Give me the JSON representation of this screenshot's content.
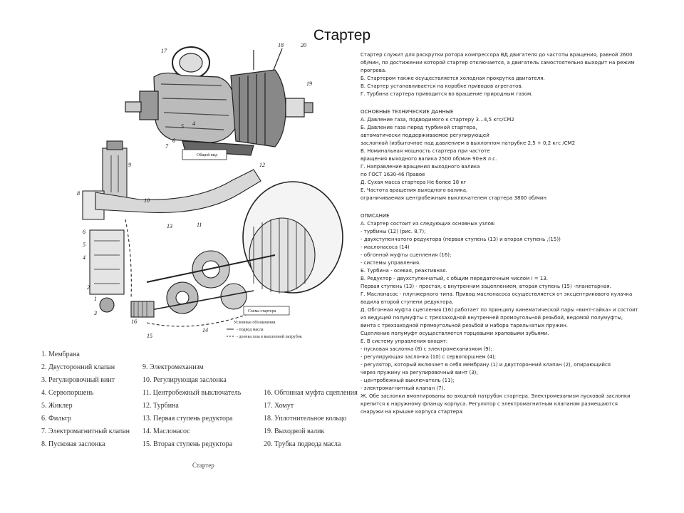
{
  "title": "Стартер",
  "figure": {
    "top_caption": "Общий вид",
    "bottom_caption": "Схема стартера",
    "legend_title": "Условные обозначения",
    "legend_oil": "- подвод масла",
    "legend_gas": "- доенка газа в выхлопной патрубок",
    "top_numbers": [
      "17",
      "18",
      "20",
      "19",
      "7",
      "6",
      "5",
      "4"
    ],
    "bottom_numbers": [
      "9",
      "8",
      "12",
      "6",
      "5",
      "4",
      "2",
      "1",
      "3",
      "14",
      "15",
      "16",
      "11",
      "13",
      "10"
    ]
  },
  "intro_lines": [
    "Стартер служит для раскрутки ротора компрессора ВД двигателя до частоты вращения, равной 2600",
    "об/мин, по достижении которой стартер отключается, а двигатель самостоятельно выходит на режим",
    "прогрева.",
    "Б. Стартером также осуществляется холодная прокрутка двигателя.",
    "В. Стартер устанавливается на коробке приводов агрегатов.",
    "Г. Турбина стартера приводится во вращение природным газом."
  ],
  "specs_heading": "ОСНОВНЫЕ ТЕХНИЧЕСКИЕ ДАННЫЕ",
  "specs_lines": [
    "А. Давление газа, подводимого к стартеру 3…4,5 кгс/СМ2",
    "Б. Давление газа перед турбиной стартера,",
    "автоматически поддерживаемое регулирующей",
    "заслонкой (избыточное над давлением в выхлопном патрубке 2,5 + 0,2 кгс /СМ2",
    "В. Номинальная мощность стартера при частоте",
    "вращения выходного валика 2500 об/мин 90±8 л.с.",
    "Г. Направление вращения выходного валика",
    "по ГОСТ 1630-46 Правое",
    "Д. Сухая масса стартера Не более 18 кг",
    "Е. Частота вращения выходного валика,",
    "ограничиваемая центробежным выключателем стартера 3800 об/мин"
  ],
  "desc_heading": "ОПИСАНИЕ",
  "desc_lines": [
    "А. Стартер состоит из следующих основных узлов:",
    "- турбины (12) (рис. 8.7);",
    "- двухступенчатого редуктора (первая ступень (13) и вторая ступень ,(15))",
    "- маслонасоса (14)",
    "- обгонной муфты сцепления (16);",
    "- системы управления.",
    "Б. Турбина - осевая, реактивная.",
    "В. Редуктор - двухступенчатый, с общим передаточным числом i = 13.",
    "Первая ступень (13) - простая, с внутренним зацеплением, вторая ступень (15) -планетарная.",
    "Г. Маслонасос - плунжерного типа. Привод маслонасоса осуществляется от эксцентрикового кулачка",
    "водила второй ступени редуктора.",
    "Д. Обгонная муфта сцепления (16) работает по принципу кинематической пары «винт-гайка» и состоит",
    "из ведущей полумуфты с трехзаходной внутренней прямоугольной резьбой, ведомой полумуфты,",
    "винта с трехзаходной прямоугольной резьбой и набора тарельчатых пружин.",
    "Сцепление полумуфт осуществляется торцевыми храповыми зубьями.",
    "Е. В систему управления входят:",
    "- пусковая заслонка (8) с электромеханизмом (9);",
    "- регулирующая заслонка (10) с сервопоршнем (4);",
    "- регулятор, который включает в себя мембрану (1) и двусторонний клапан (2), опирающийся",
    "через пружину на регулировочный винт (3);",
    "- центробежный выключатель (11);",
    "- электромагнитный клапан (7).",
    "Ж. Обе заслонки вмонтированы во входной патрубок стартера. Электромеханизм пусковой заслонки",
    "крепится к наружному фланцу корпуса. Регулятор с электромагнитным клапаном размещаются",
    "снаружи на крышке корпуса стартера."
  ],
  "legend_items": [
    "1. Мембрана",
    "2. Двусторонний клапан",
    "3. Регулировочный винт",
    "4. Сервопоршень",
    "5. Жиклер",
    "6. Фильтр",
    "7. Электромагнитный клапан",
    "8. Пусковая заслонка",
    "9. Электромеханизм",
    "10. Регулирующая заслонка",
    "11. Центробежный выключатель",
    "12. Турбина",
    "13. Первая ступень редуктора",
    "14. Маслонасос",
    "15. Вторая ступень редуктора",
    "16. Обгонная муфта сцепления",
    "17. Хомут",
    "18. Уплотнительное кольцо",
    "19. Выходной валик",
    "20. Трубка подвода масла"
  ],
  "bottom_caption": "Стартер"
}
